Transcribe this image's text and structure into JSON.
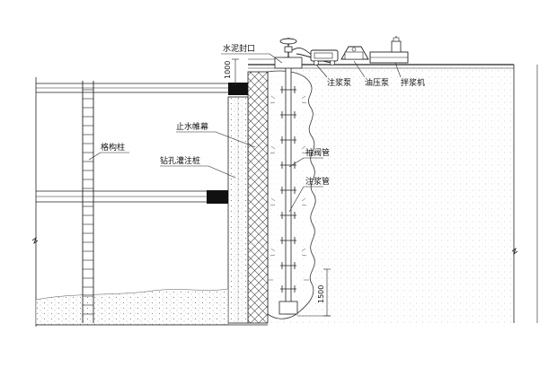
{
  "labels": {
    "cement_seal": "水泥封口",
    "dim_top": "1000",
    "grout_pump": "注浆泵",
    "oil_pump": "油压泵",
    "mixer": "拌浆机",
    "column": "格构柱",
    "waterproof_curtain": "止水帷幕",
    "bored_pile": "钻孔灌注桩",
    "sleeve_pipe": "袖阀管",
    "grout_pipe": "注浆管",
    "dim_bottom": "1500"
  },
  "colors": {
    "line": "#222222",
    "soil_dot": "#b9b9b9",
    "beam_fill": "#111111",
    "bg": "#ffffff"
  }
}
